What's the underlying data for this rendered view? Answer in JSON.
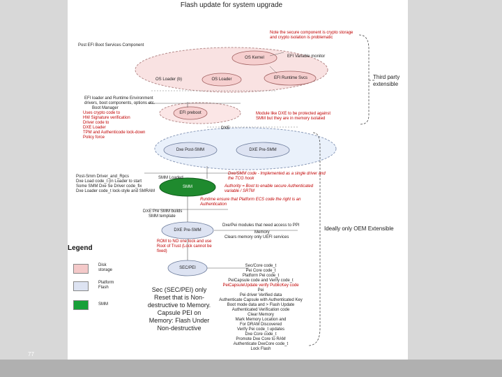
{
  "title": "Flash update for system upgrade",
  "page_number": "77",
  "nodes": {
    "os_kernel": "OS Kernel",
    "os_loader": "OS Loader",
    "efi_runtime": "EFI Runtime Svcs",
    "efi_preboot": "EFI preboot",
    "dxe_post_smm": "Dxe Post-SMM",
    "dxe_pre_smm": "DXE Pre-SMM",
    "smm": "SMM",
    "dxe_pre_smm_2": "DXE Pre-SMM",
    "sec_pei": "SEC/PEI"
  },
  "labels": {
    "post_efi_boot_services": "Post EFI Boot Services Component",
    "efi_variable_monitor": "EFI Variable monitor",
    "os_loader_link": "OS Loader (b)",
    "efi_loader": "EFI loader and Runtime Environment",
    "drivers": "drivers, boot components, options etc.",
    "boot_manager": "Boot Manager",
    "dxe_label": "DXE",
    "smm_loaded": "SMM Loaded",
    "dxe_pre_smm_build": "DXE Pre SMM builds",
    "smm_template": "SMM template",
    "third_party": "Third party extensible",
    "ideally_only_oem": "Ideally only OEM Extensible",
    "dxe_modules": "Dxe/Pei modules that need access to PPI",
    "memory": "Memory",
    "clear_memory": "Clears memory only UEFI services"
  },
  "red_notes": {
    "note_top": "Note the secure component is crypto storage and crypto isolation is problematic",
    "efi_red_lines": [
      "Uses crypto code to",
      "HW Signature verification",
      "Driver code to",
      "DXE Loader",
      "TPM and Authenticode lock-down",
      "Policy force"
    ],
    "dxe_note": "Module like DXE to be protected against SMM but they are in memory isolated",
    "smm_note": "Dxe/SMM code - Implemented as a single driver and the TCG hook",
    "authority": "Authority = Boot to enable secure Authenticated variable / SRTM",
    "platform_ecs": "Runtime ensure that Platform ECS code the right is an Authentication",
    "rom_note": "ROM to NO one lock and use Root of Trust (Lock cannot be fixed)"
  },
  "left_lists": {
    "smm_left": [
      "Post-Smm Driver_and_Rpcs",
      "Dxe Load code_t (in Loader to start",
      "Some SMM Dxe Se Driver code_fix",
      "Dxe Loader code_t lock-style and SMRAM"
    ]
  },
  "sec_pei_note": "Sec (SEC/PEI) only Reset that is Non-destructive to Memory. Capsule PEI on Memory: Flash Under Non-destructive",
  "bottom_list": [
    "Sec/Core code_t",
    "Pei Core code_t",
    "Platform Pei code_t",
    "PeiCapsule code and Verify code_t",
    "PeiCapsuleUpdate verify PublicKey code",
    "Pei",
    "Pei driver Verified data",
    "Authenticate Capsule with Authenticated Key",
    "Boot mode data and > Flash Update",
    "Authenticated Verification code",
    "Clear Memory",
    "Mark Memory Location and",
    "For DRAM Discovered",
    "Verify Pei code_t updates",
    "Dxe Core code_t",
    "Promote Dxe Core to RAM",
    "Authenticate DxeCore code_t",
    "Lock Flash"
  ],
  "legend": {
    "title": "Legend",
    "items": [
      {
        "label": "Disk storage",
        "color": "#f4c9c9"
      },
      {
        "label": "Platform Flash",
        "color": "#dde3f2"
      },
      {
        "label": "SMM",
        "color": "#18a038"
      }
    ]
  },
  "colors": {
    "pink": "#f9dcdc",
    "pink_border": "#c08080",
    "blue": "#e6ebf6",
    "green": "#1f8a2e",
    "red_text": "#c00000"
  }
}
